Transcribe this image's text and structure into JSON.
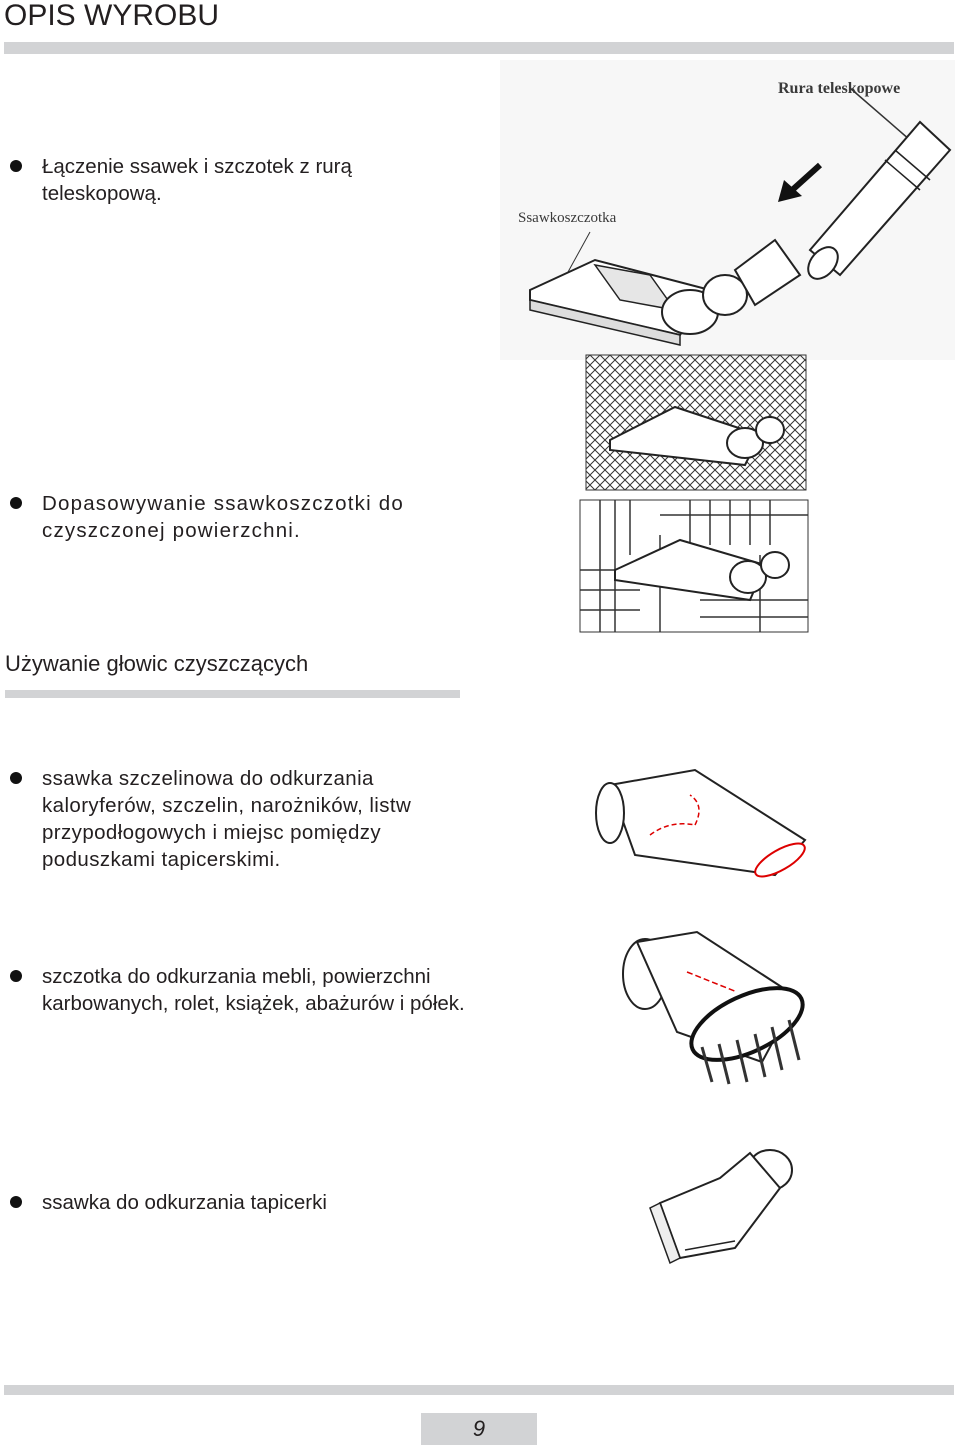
{
  "header": {
    "title": "OPIS WYROBU"
  },
  "bullets": [
    {
      "text": "Łączenie ssawek i szczotek z rurą teleskopową."
    },
    {
      "text": "Dopasowywanie ssawkoszczotki do czyszczonej powierzchni."
    },
    {
      "text": "ssawka szczelinowa do odkurzania kaloryferów, szczelin, narożników, listw przypodłogowych i miejsc pomiędzy poduszkami tapicerskimi."
    },
    {
      "text": "szczotka do odkurzania mebli, powierzchni karbowanych, rolet, książek, abażurów i półek."
    },
    {
      "text": "ssawka do odkurzania tapicerki"
    }
  ],
  "section": {
    "heading": "Używanie głowic czyszczących"
  },
  "figure_labels": {
    "tube": "Rura teleskopowe",
    "nozzle": "Ssawkoszczotka"
  },
  "footer": {
    "page_number": "9"
  }
}
